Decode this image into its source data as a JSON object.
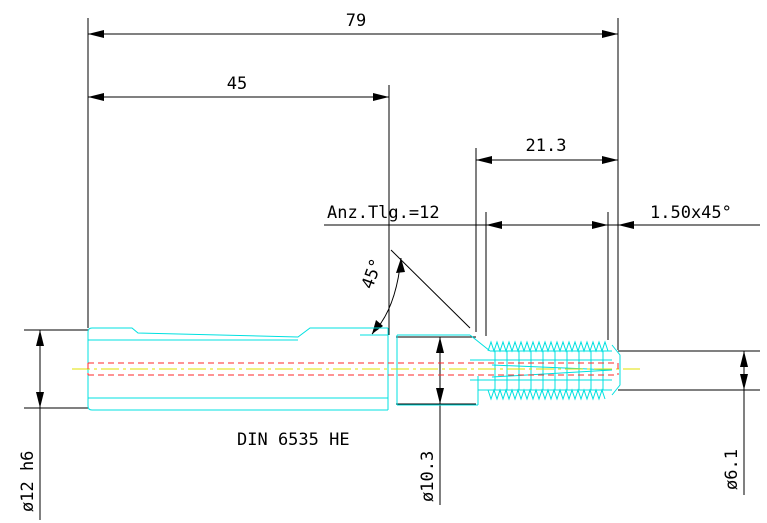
{
  "dimensions": {
    "total_length": "79",
    "shank_length": "45",
    "thread_length": "21.3",
    "chamfer": "1.50x45°",
    "flute_count": "Anz.Tlg.=12",
    "angle": "45°",
    "shank_diameter": "ø12 h6",
    "neck_diameter": "ø10.3",
    "core_diameter": "ø6.1"
  },
  "standard_label": "DIN 6535 HE",
  "colors": {
    "dimension": "#000000",
    "outline": "#00e0e0",
    "centerline": "#e0e000",
    "hidden": "#ff2a2a"
  }
}
